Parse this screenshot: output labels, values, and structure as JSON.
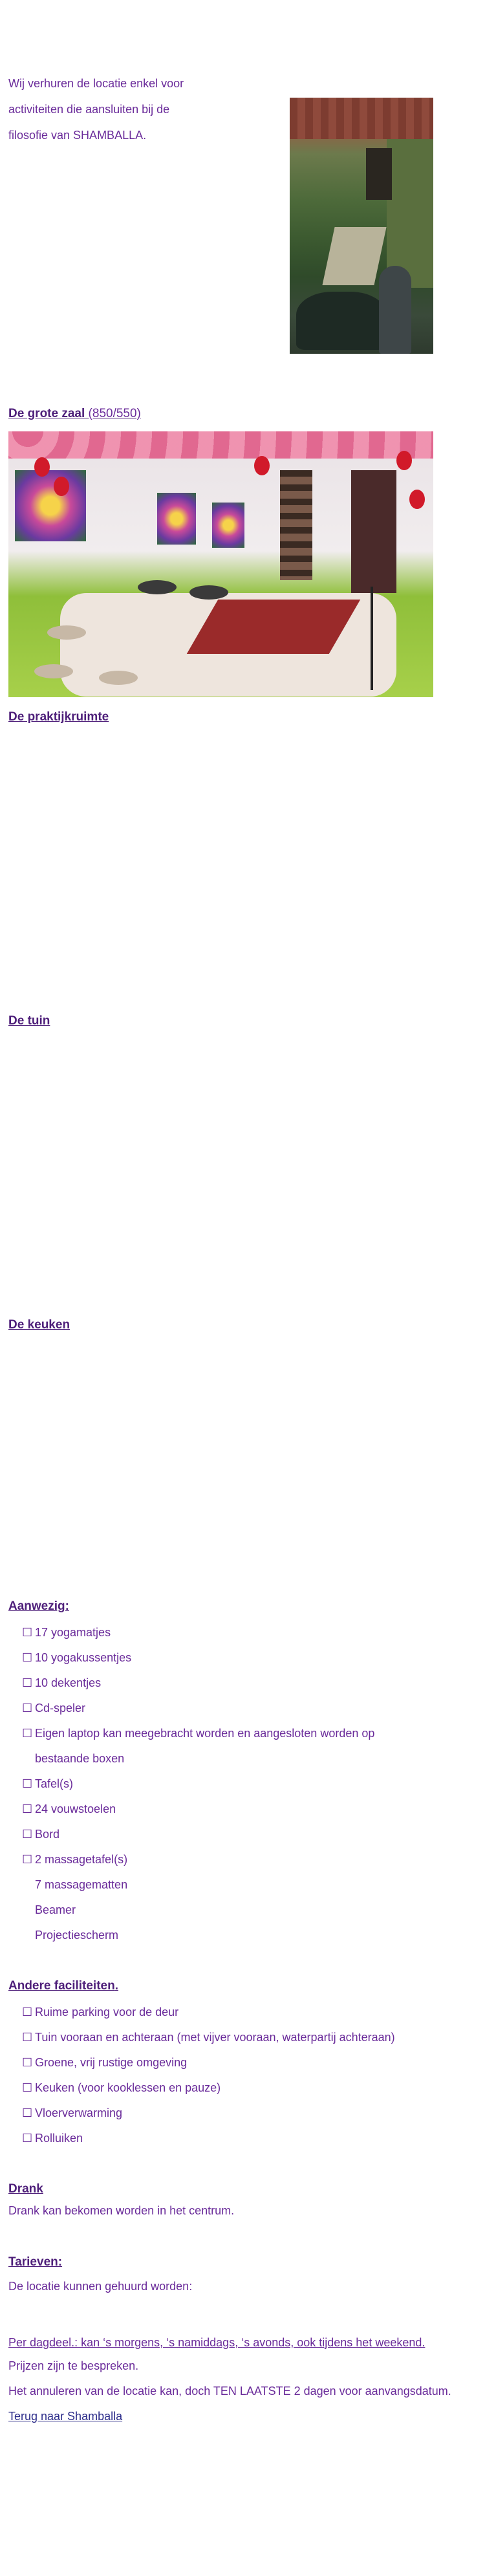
{
  "intro": {
    "lines": [
      "Wij verhuren de locatie enkel voor",
      "activiteiten die aansluiten bij de",
      "filosofie van SHAMBALLA."
    ]
  },
  "sections": {
    "grote_zaal": {
      "title": "De grote zaal",
      "note": "(850/550)"
    },
    "praktijkruimte": {
      "title": "De praktijkruimte"
    },
    "tuin": {
      "title": "De tuin"
    },
    "keuken": {
      "title": "De keuken"
    }
  },
  "aanwezig": {
    "title": "Aanwezig:",
    "bullet": "☐",
    "items": [
      "17 yogamatjes",
      "10 yogakussentjes",
      "10 dekentjes",
      "Cd-speler",
      "Eigen laptop kan meegebracht worden en aangesloten worden op",
      "Tafel(s)",
      "24 vouwstoelen",
      "Bord",
      "2 massagetafel(s)"
    ],
    "continuation": "bestaande boxen",
    "extra": [
      "7 massagematten",
      "Beamer",
      "Projectiescherm"
    ]
  },
  "faciliteiten": {
    "title": "Andere faciliteiten",
    "title_suffix": ".",
    "items": [
      "Ruime parking voor de deur",
      "Tuin vooraan en achteraan (met vijver vooraan, waterpartij achteraan)",
      "Groene, vrij rustige omgeving",
      "Keuken (voor kooklessen en pauze)",
      "Vloerverwarming",
      "Rolluiken"
    ]
  },
  "drank": {
    "title": "Drank",
    "text": "Drank kan bekomen worden in het centrum."
  },
  "tarieven": {
    "title": "Tarieven:",
    "intro": "De locatie  kunnen gehuurd worden:",
    "per_dagdeel": "Per dagdeel.: kan ‘s morgens,  ‘s namiddags, ‘s avonds, ook tijdens het weekend.",
    "prijzen": "Prijzen zijn te bespreken.",
    "annuleren": "Het annuleren van de locatie kan, doch TEN LAATSTE 2 dagen voor  aanvangsdatum.",
    "terug": "Terug naar Shamballa"
  }
}
